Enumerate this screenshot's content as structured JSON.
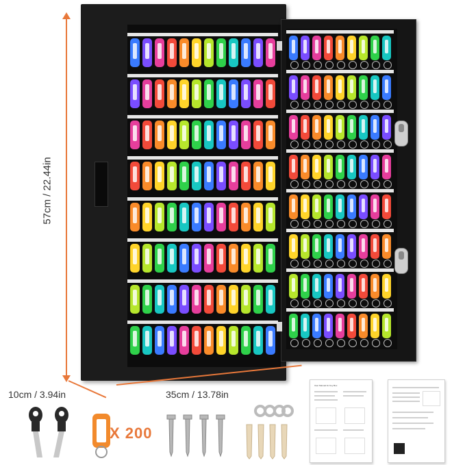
{
  "product": {
    "dimensions": {
      "height_label": "57cm / 22.44in",
      "depth_label": "10cm / 3.94in",
      "width_label": "35cm / 13.78in"
    },
    "tag_quantity_label": "X 200",
    "manual_1_heading": "User Manual for Key Box",
    "accent_color": "#e8783a",
    "tag_colors": [
      "#3a7bff",
      "#7a4dff",
      "#e63e9c",
      "#f24a3a",
      "#f98b2a",
      "#ffd42a",
      "#b6e62c",
      "#2fd14a",
      "#18c7c2"
    ]
  }
}
